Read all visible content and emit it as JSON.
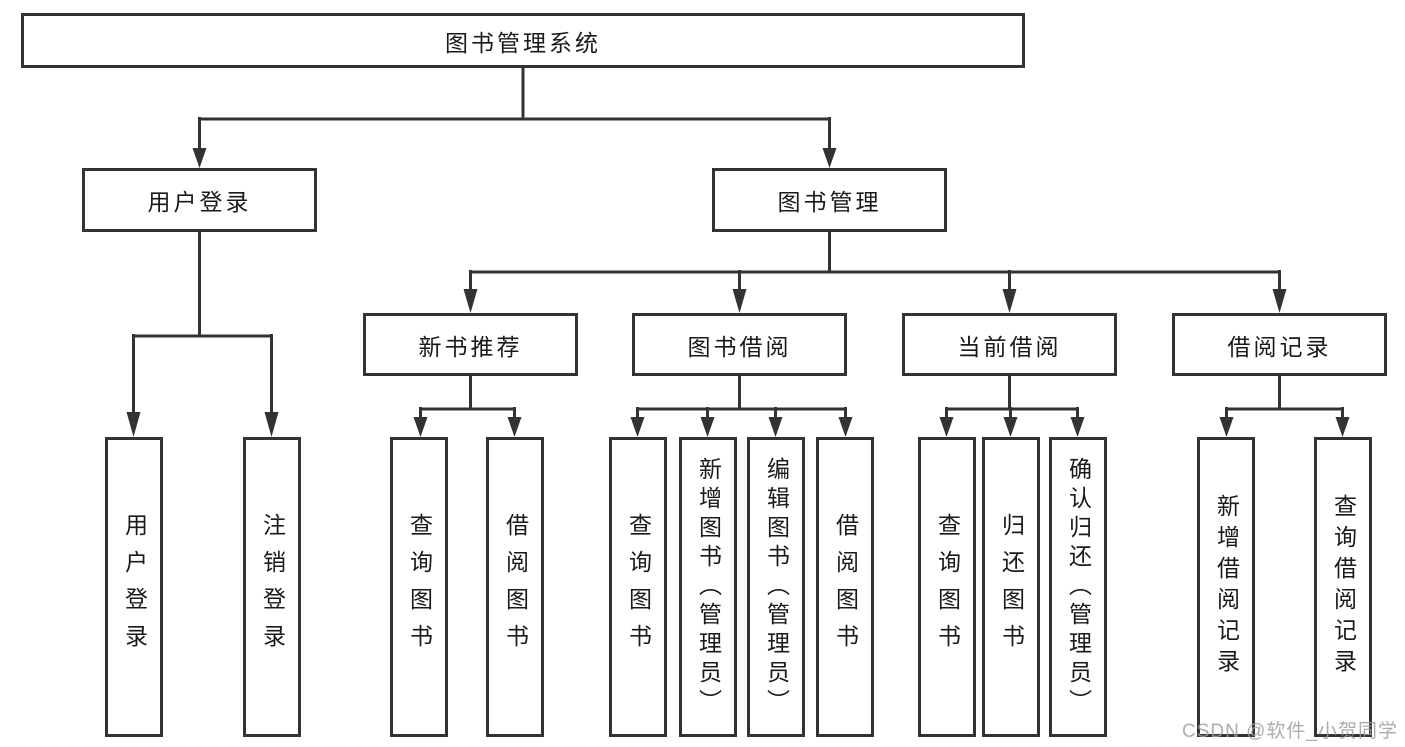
{
  "nodes": {
    "root": {
      "label": "图书管理系统"
    },
    "level2": [
      {
        "label": "用户登录",
        "parent": "图书管理系统"
      },
      {
        "label": "图书管理",
        "parent": "图书管理系统"
      }
    ],
    "level3": [
      {
        "label": "新书推荐",
        "parent": "图书管理"
      },
      {
        "label": "图书借阅",
        "parent": "图书管理"
      },
      {
        "label": "当前借阅",
        "parent": "图书管理"
      },
      {
        "label": "借阅记录",
        "parent": "图书管理"
      }
    ],
    "leaves": [
      {
        "label": "用户登录",
        "parent": "用户登录"
      },
      {
        "label": "注销登录",
        "parent": "用户登录"
      },
      {
        "label": "查询图书",
        "parent": "新书推荐"
      },
      {
        "label": "借阅图书",
        "parent": "新书推荐"
      },
      {
        "label": "查询图书",
        "parent": "图书借阅"
      },
      {
        "label": "新增图书（管理员）",
        "parent": "图书借阅"
      },
      {
        "label": "编辑图书（管理员）",
        "parent": "图书借阅"
      },
      {
        "label": "借阅图书",
        "parent": "图书借阅"
      },
      {
        "label": "查询图书",
        "parent": "当前借阅"
      },
      {
        "label": "归还图书",
        "parent": "当前借阅"
      },
      {
        "label": "确认归还（管理员）",
        "parent": "当前借阅"
      },
      {
        "label": "新增借阅记录",
        "parent": "借阅记录"
      },
      {
        "label": "查询借阅记录",
        "parent": "借阅记录"
      }
    ]
  },
  "watermark": "CSDN @软件_小贺同学",
  "colors": {
    "line": "#333333",
    "box_border": "#333333",
    "box_fill": "#ffffff",
    "text": "#1a1a1a",
    "watermark": "#9e9e9e",
    "background": "#ffffff"
  }
}
